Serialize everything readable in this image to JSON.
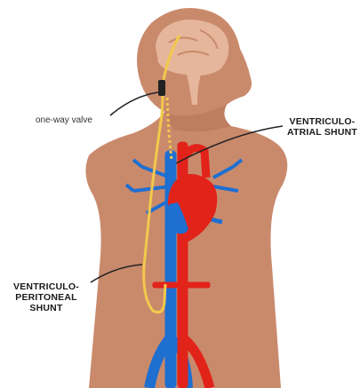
{
  "labels": {
    "valve": "one-way valve",
    "atrial_line1": "VENTRICULO-",
    "atrial_line2": "ATRIAL SHUNT",
    "peritoneal_line1": "VENTRICULO-",
    "peritoneal_line2": "PERITONEAL",
    "peritoneal_line3": "SHUNT"
  },
  "colors": {
    "skin": "#c98a6c",
    "skin_shadow": "#b57457",
    "brain": "#e6b69c",
    "shunt_tube": "#f2c94c",
    "artery": "#e2231a",
    "vein": "#1f6fd1",
    "leader_line": "#222222"
  }
}
